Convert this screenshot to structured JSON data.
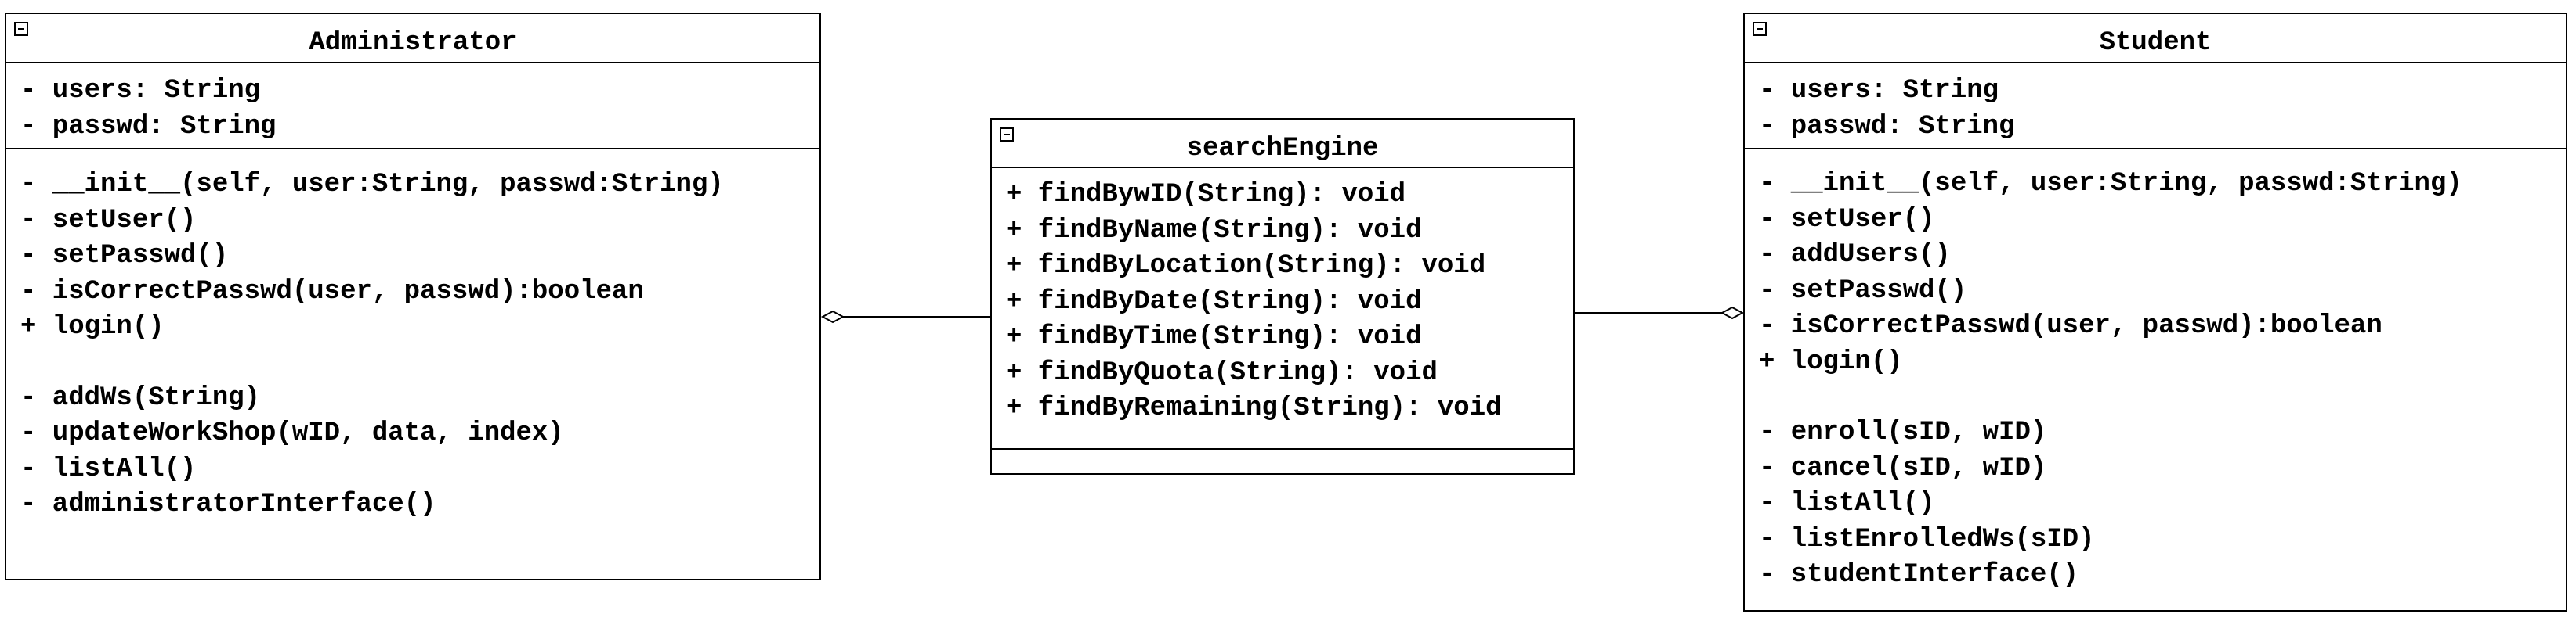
{
  "diagram": {
    "classes": {
      "administrator": {
        "name": "Administrator",
        "attributes": [
          "- users: String",
          "- passwd: String"
        ],
        "methods": [
          "- __init__(self, user:String, passwd:String)",
          "- setUser()",
          "- setPasswd()",
          "- isCorrectPasswd(user, passwd):boolean",
          "+ login()",
          "- addWs(String)",
          "- updateWorkShop(wID, data, index)",
          "- listAll()",
          "- administratorInterface()"
        ]
      },
      "search_engine": {
        "name": "searchEngine",
        "attributes": [],
        "methods": [
          "+ findBywID(String): void",
          "+ findByName(String): void",
          "+ findByLocation(String): void",
          "+ findByDate(String): void",
          "+ findByTime(String): void",
          "+ findByQuota(String): void",
          "+ findByRemaining(String): void"
        ]
      },
      "student": {
        "name": "Student",
        "attributes": [
          "- users: String",
          "- passwd: String"
        ],
        "methods": [
          "- __init__(self, user:String, passwd:String)",
          "- setUser()",
          "- addUsers()",
          "- setPasswd()",
          "- isCorrectPasswd(user, passwd):boolean",
          "+ login()",
          "- enroll(sID, wID)",
          "- cancel(sID, wID)",
          "- listAll()",
          "- listEnrolledWs(sID)",
          "- studentInterface()"
        ]
      }
    },
    "relationships": [
      {
        "type": "aggregation",
        "whole": "Administrator",
        "part": "searchEngine"
      },
      {
        "type": "aggregation",
        "whole": "Student",
        "part": "searchEngine"
      }
    ]
  }
}
